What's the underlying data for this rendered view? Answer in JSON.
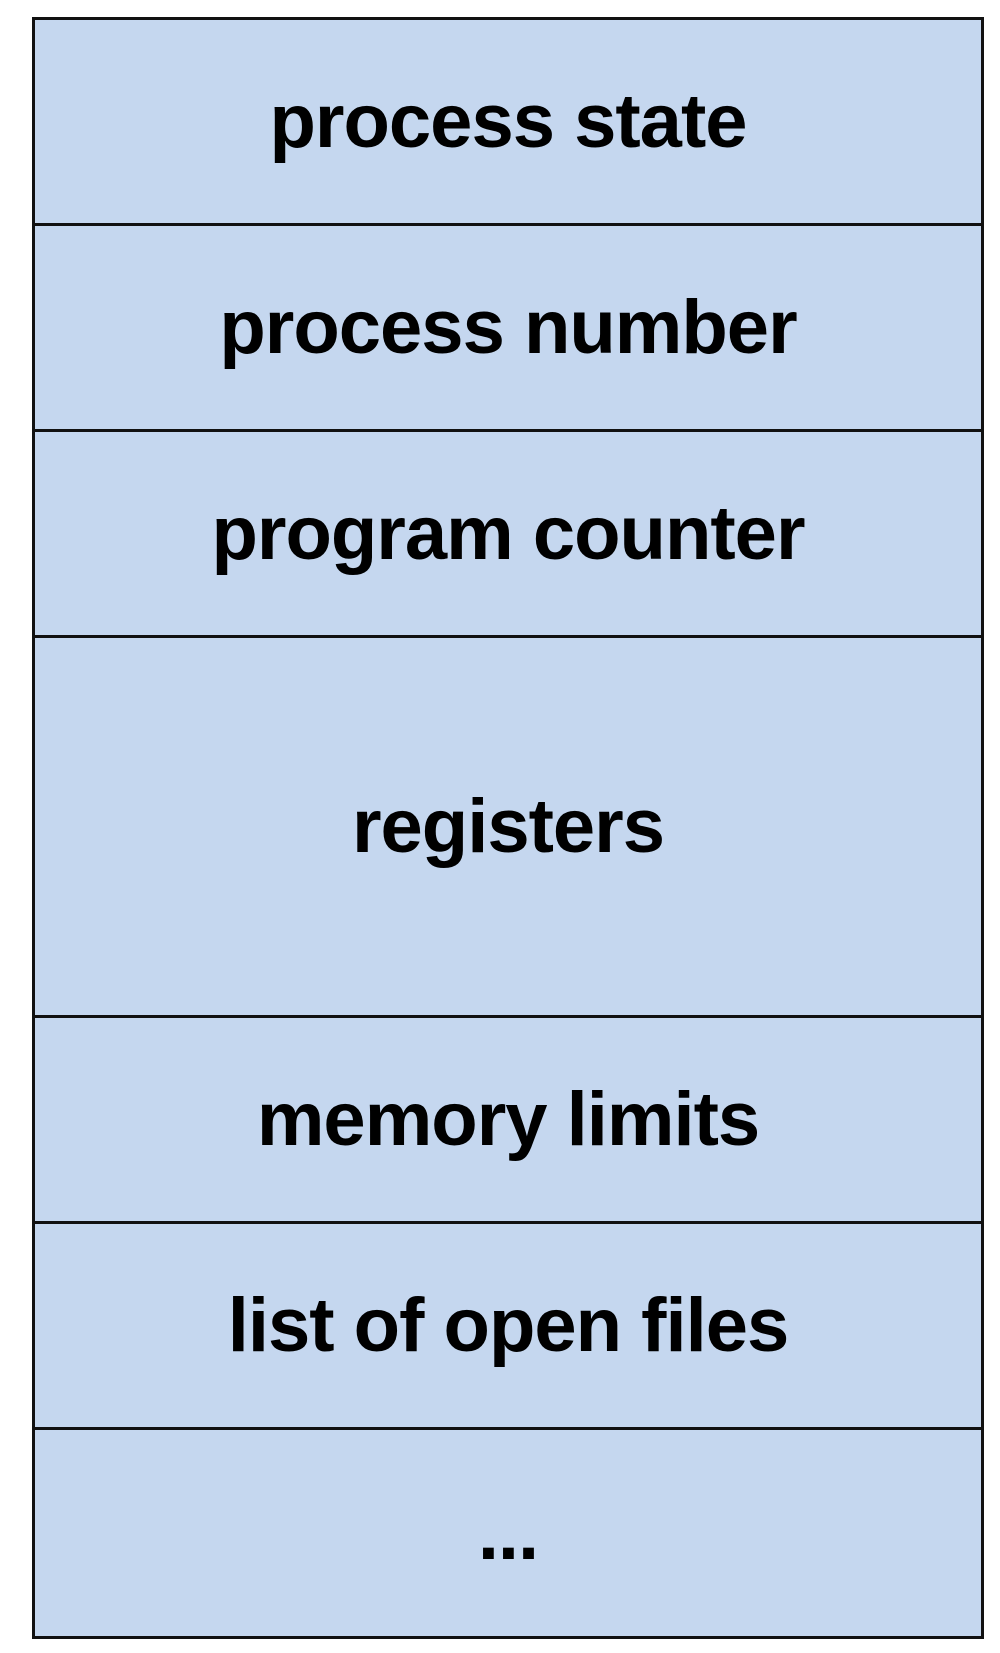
{
  "pcb": {
    "fields": [
      "process state",
      "process number",
      "program counter",
      "registers",
      "memory limits",
      "list of open files",
      "..."
    ]
  },
  "colors": {
    "field_fill": "#c5d7ef",
    "border": "#111111",
    "text": "#000000"
  }
}
